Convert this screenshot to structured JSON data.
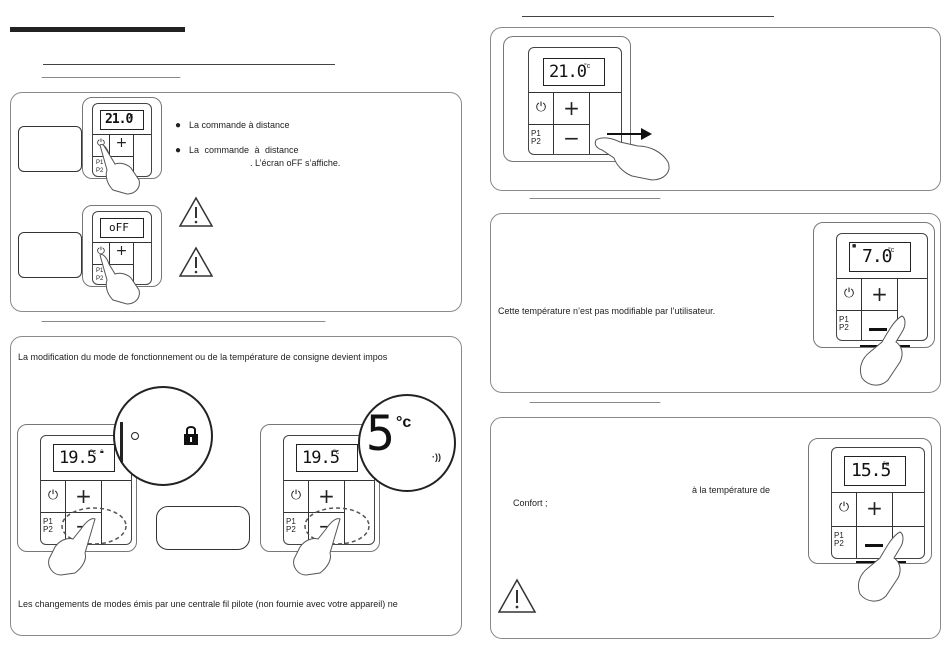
{
  "left": {
    "section1": {
      "bullet1": "La commande à distance",
      "bullet2_line1": "La commande à distance",
      "bullet2_line2": ". L’écran oFF s’affiche.",
      "thermo1_display": "21.0",
      "thermo2_display": "oFF"
    },
    "section2": {
      "intro": "La modification du mode de fonctionnement ou de la température de consigne devient impos",
      "thermo1_display": "19.5",
      "thermo2_display": "19.5",
      "zoom2_value": "5",
      "zoom2_unit": "°c",
      "footer": "Les changements de modes émis par une centrale fil pilote (non fournie avec votre appareil) ne"
    }
  },
  "right": {
    "section1": {
      "thermo_display": "21.0"
    },
    "section2": {
      "text": "Cette température n’est pas modifiable par l’utilisateur.",
      "thermo_display": "7.0"
    },
    "section3": {
      "text1": "à la température de",
      "text2": "Confort ;",
      "thermo_display": "15.5"
    }
  },
  "thermostat": {
    "degc": "°c",
    "plus": "+",
    "minus": "−",
    "p1": "P1",
    "p2": "P2"
  }
}
